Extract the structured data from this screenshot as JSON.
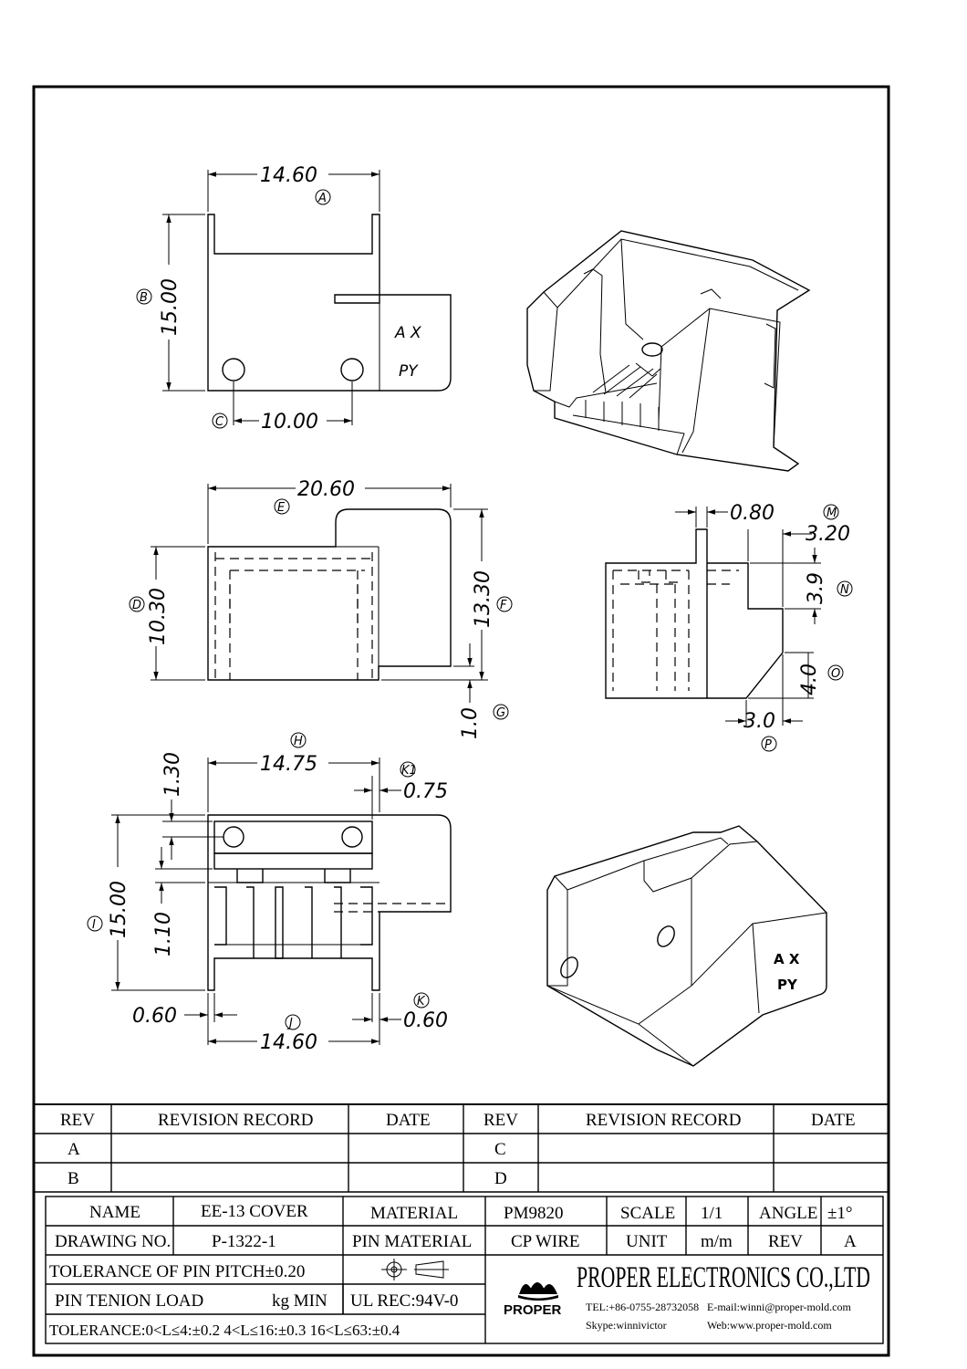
{
  "dimensions": {
    "A": "14.60",
    "B": "15.00",
    "C": "10.00",
    "E": "20.60",
    "D": "10.30",
    "F": "13.30",
    "G": "1.0",
    "wall": "0.80",
    "M": "3.20",
    "N": "3.9",
    "O": "4.0",
    "P": "3.0",
    "H": "14.75",
    "K1": "0.75",
    "top_gap": "1.30",
    "I": "15.00",
    "pin_gap": "1.10",
    "left_pin": "0.60",
    "K": "0.60",
    "J": "14.60"
  },
  "markers": {
    "A": "A",
    "B": "B",
    "C": "C",
    "D": "D",
    "E": "E",
    "F": "F",
    "G": "G",
    "H": "H",
    "I": "I",
    "J": "J",
    "K": "K",
    "K1": "K1",
    "M": "M",
    "N": "N",
    "O": "O",
    "P": "P"
  },
  "part_marking": {
    "line1": "A  X",
    "line2": "PY"
  },
  "revision_table": {
    "h_rev1": "REV",
    "h_rec1": "REVISION RECORD",
    "h_date1": "DATE",
    "h_rev2": "REV",
    "h_rec2": "REVISION RECORD",
    "h_date2": "DATE",
    "rows": [
      {
        "rev_left": "A",
        "rev_right": "C"
      },
      {
        "rev_left": "B",
        "rev_right": "D"
      }
    ]
  },
  "title_block": {
    "name_label": "NAME",
    "name": "EE-13 COVER",
    "material_label": "MATERIAL",
    "material": "PM9820",
    "scale_label": "SCALE",
    "scale": "1/1",
    "angle_label": "ANGLE",
    "angle": "±1°",
    "drawing_no_label": "DRAWING NO.",
    "drawing_no": "P-1322-1",
    "pin_material_label": "PIN MATERIAL",
    "pin_material": "CP WIRE",
    "unit_label": "UNIT",
    "unit": "m/m",
    "rev_label": "REV",
    "rev": "A",
    "tol_pitch": "TOLERANCE OF PIN PITCH±0.20",
    "pin_load_label": "PIN TENION LOAD",
    "pin_load_unit": "kg MIN",
    "ul": "UL REC:94V-0",
    "tolerance": "TOLERANCE:0<L≤4:±0.2  4<L≤16:±0.3  16<L≤63:±0.4"
  },
  "company": {
    "name": "PROPER ELECTRONICS CO.,LTD",
    "logo_text": "PROPER",
    "tel": "TEL:+86-0755-28732058",
    "email": "E-mail:winni@proper-mold.com",
    "skype": "Skype:winnivictor",
    "web": "Web:www.proper-mold.com"
  }
}
